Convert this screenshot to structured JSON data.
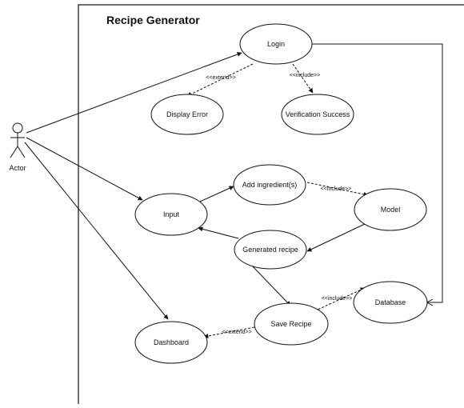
{
  "system": {
    "title": "Recipe Generator"
  },
  "actor": {
    "label": "Actor"
  },
  "use_cases": {
    "login": "Login",
    "display_error": "Display Error",
    "verification_success": "Verification Success",
    "input": "Input",
    "add_ingredients": "Add ingredient(s)",
    "model": "Model",
    "generated_recipe": "Generated recipe",
    "save_recipe": "Save Recipe",
    "database": "Database",
    "dashboard": "Dashboard"
  },
  "relations": {
    "extend_login": "<<extend>>",
    "include_login": "<<include>>",
    "include_model": "<<include>>",
    "include_database": "<<include>>",
    "extend_dashboard": "<<extend>>"
  }
}
